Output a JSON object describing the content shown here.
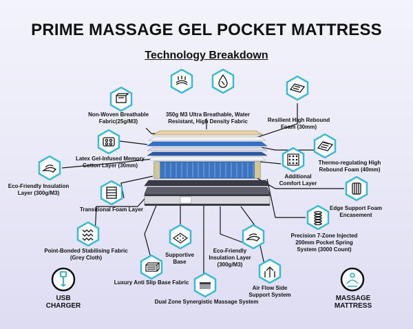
{
  "title": "PRIME MASSAGE GEL POCKET MATTRESS",
  "subtitle": "Technology Breakdown",
  "labels": {
    "fabric_top": "350g M3 Ultra Breathable, Water Resistant, High Density Fabric",
    "non_woven": "Non-Woven Breathable Fabric(25g/M3)",
    "resilient": "Resilient High Rebound Foam (30mm)",
    "latex": "Latex Gel-Infused Memory Cotton Layer (30mm)",
    "thermo": "Thermo-regulating High Rebound Foam (40mm)",
    "eco_left": "Eco-Friendly Insulation Layer (300g/M3)",
    "additional": "Additional Comfort Layer",
    "transitional": "Transitional Foam Layer",
    "edge": "Edge Support Foam Encasement",
    "point_bonded": "Point-Bonded Stabilising Fabric (Grey Cloth)",
    "precision": "Precision 7-Zone Injected 200mm Pocket Spring System (3000 Count)",
    "supportive": "Supportive Base",
    "eco_mid": "Eco-Friendly Insulation Layer (300g/M3)",
    "luxury": "Luxury Anti Slip Base Fabric",
    "airflow": "Air Flow Side Support System",
    "dual_zone": "Dual Zone Synergistic Massage System"
  },
  "footer": {
    "usb": "USB CHARGER",
    "massage": "MASSAGE MATTRESS"
  },
  "colors": {
    "hex_border": "#38bcd6",
    "hex_fill": "#ffffff",
    "foam_blue": "#2f72c7",
    "fabric_cream": "#e7d2a8",
    "spring_blue": "#3d74bf"
  },
  "icons": [
    "fabric-layers-icon",
    "water-drop-icon",
    "non-woven-fabric-icon",
    "resilient-foam-icon",
    "latex-gel-icon",
    "thermo-foam-icon",
    "eco-insulation-icon",
    "comfort-layer-icon",
    "transitional-foam-icon",
    "edge-support-icon",
    "stabilising-fabric-icon",
    "pocket-spring-icon",
    "supportive-base-icon",
    "eco-insulation-mid-icon",
    "anti-slip-base-icon",
    "airflow-icon",
    "massage-system-icon",
    "usb-icon",
    "massage-person-icon"
  ]
}
